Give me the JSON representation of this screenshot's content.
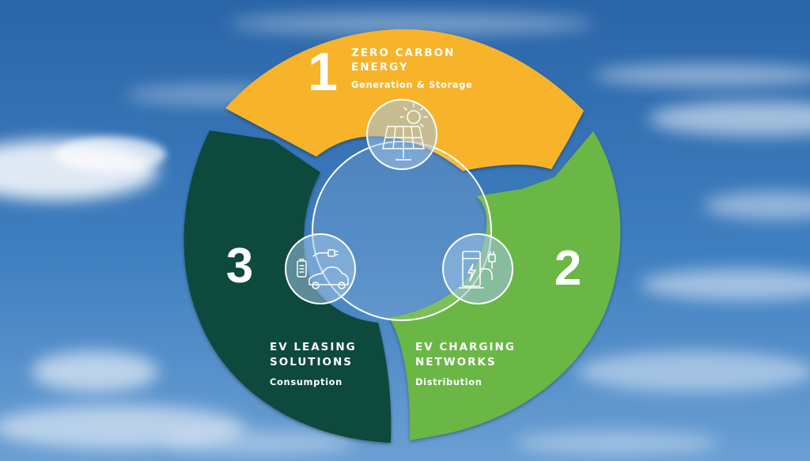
{
  "segments": [
    {
      "number": "1",
      "title_lines": [
        "ZERO CARBON",
        "ENERGY"
      ],
      "subtitle": "Generation & Storage",
      "color": "#f7b32b",
      "icon": "solar-panel-icon"
    },
    {
      "number": "2",
      "title_lines": [
        "EV CHARGING",
        "NETWORKS"
      ],
      "subtitle": "Distribution",
      "color": "#6ab745",
      "icon": "charging-station-icon"
    },
    {
      "number": "3",
      "title_lines": [
        "EV LEASING",
        "SOLUTIONS"
      ],
      "subtitle": "Consumption",
      "color": "#0b4a3e",
      "icon": "electric-car-icon"
    }
  ],
  "background": {
    "sky_top": "#2f6db0",
    "sky_bottom": "#5b95cf",
    "cloud": "#ffffff"
  }
}
